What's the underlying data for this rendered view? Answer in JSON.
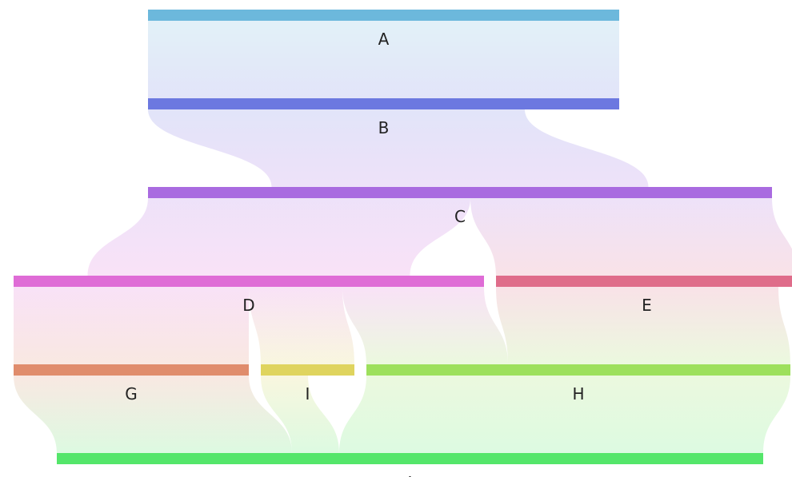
{
  "chart_data": {
    "type": "sankey",
    "orientation": "vertical",
    "nodes": [
      {
        "id": "A",
        "label": "A",
        "color": "#6cb8dc"
      },
      {
        "id": "B",
        "label": "B",
        "color": "#6c78e0"
      },
      {
        "id": "C",
        "label": "C",
        "color": "#a96be0"
      },
      {
        "id": "D",
        "label": "D",
        "color": "#df6cd6"
      },
      {
        "id": "E",
        "label": "E",
        "color": "#df6c8a"
      },
      {
        "id": "G",
        "label": "G",
        "color": "#e08c6c"
      },
      {
        "id": "I",
        "label": "I",
        "color": "#dfd45e"
      },
      {
        "id": "H",
        "label": "H",
        "color": "#9de05c"
      },
      {
        "id": "J",
        "label": "J",
        "color": "#54e66a"
      }
    ],
    "links": [
      {
        "source": "A",
        "target": "B",
        "value": 589
      },
      {
        "source": "B",
        "target": "C",
        "value": 471
      },
      {
        "source": "C",
        "target": "D",
        "value": 403
      },
      {
        "source": "C",
        "target": "E",
        "value": 377
      },
      {
        "source": "D",
        "target": "G",
        "value": 294
      },
      {
        "source": "D",
        "target": "I",
        "value": 117
      },
      {
        "source": "D",
        "target": "H",
        "value": 177
      },
      {
        "source": "E",
        "target": "H",
        "value": 353
      },
      {
        "source": "G",
        "target": "J",
        "value": 294
      },
      {
        "source": "I",
        "target": "J",
        "value": 59
      },
      {
        "source": "H",
        "target": "J",
        "value": 530
      }
    ]
  }
}
